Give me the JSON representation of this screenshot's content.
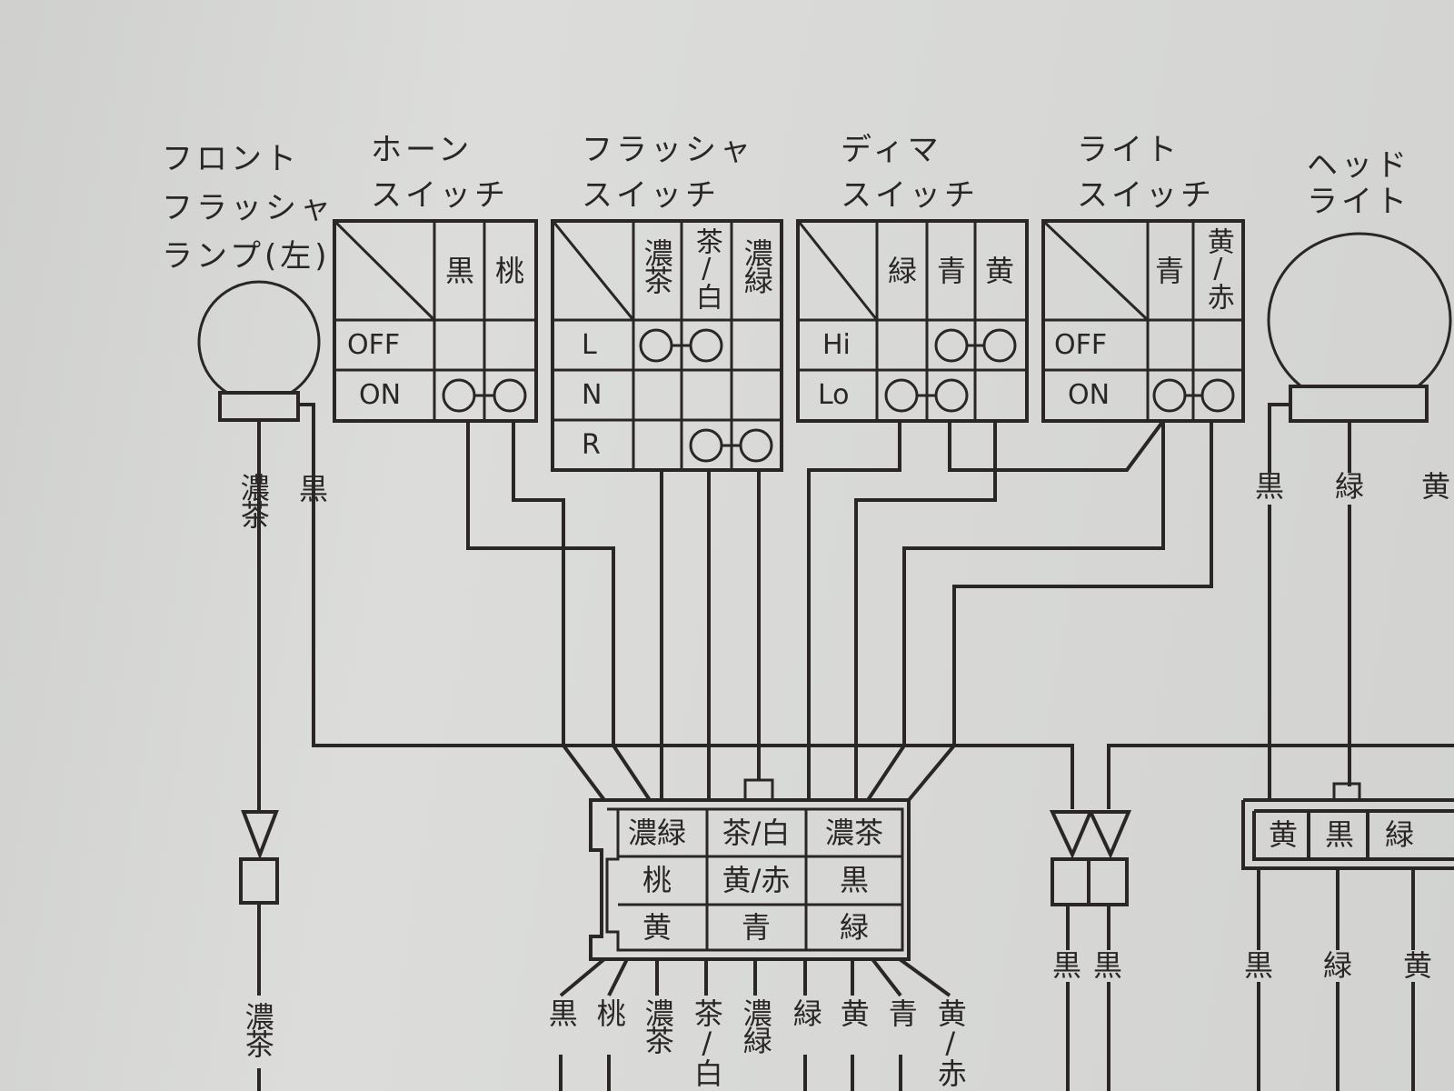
{
  "components": {
    "front_flasher_lamp_left": {
      "title": [
        "フロント",
        "フラッシャ",
        "ランプ(左)"
      ],
      "wires": [
        "濃茶",
        "黒"
      ],
      "bottom_wire": "濃茶"
    },
    "horn_switch": {
      "title": [
        "ホーン",
        "スイッチ"
      ],
      "columns": [
        "黒",
        "桃"
      ],
      "rows": [
        "OFF",
        "ON"
      ]
    },
    "flasher_switch": {
      "title": [
        "フラッシャ",
        "スイッチ"
      ],
      "columns": [
        "濃茶",
        "茶/白",
        "濃緑"
      ],
      "rows": [
        "L",
        "N",
        "R"
      ]
    },
    "dimmer_switch": {
      "title": [
        "ディマ",
        "スイッチ"
      ],
      "columns": [
        "緑",
        "青",
        "黄"
      ],
      "rows": [
        "Hi",
        "Lo"
      ]
    },
    "light_switch": {
      "title": [
        "ライト",
        "スイッチ"
      ],
      "columns": [
        "青",
        "黄/赤"
      ],
      "rows": [
        "OFF",
        "ON"
      ]
    },
    "headlight": {
      "title": [
        "ヘッド",
        "ライト"
      ],
      "wires": [
        "黒",
        "緑",
        "黄"
      ]
    }
  },
  "main_connector": {
    "cells": [
      [
        "濃緑",
        "茶/白",
        "濃茶"
      ],
      [
        "桃",
        "黄/赤",
        "黒"
      ],
      [
        "黄",
        "青",
        "緑"
      ]
    ],
    "bottom_wires": [
      "黒",
      "桃",
      "濃茶",
      "茶/白",
      "濃緑",
      "緑",
      "黄",
      "青",
      "黄/赤"
    ]
  },
  "pin_connector": {
    "wires": [
      "黒",
      "黒"
    ]
  },
  "headlight_connector": {
    "cells": [
      "黄",
      "黒",
      "緑"
    ],
    "bottom_wires": [
      "黒",
      "緑",
      "黄"
    ]
  }
}
